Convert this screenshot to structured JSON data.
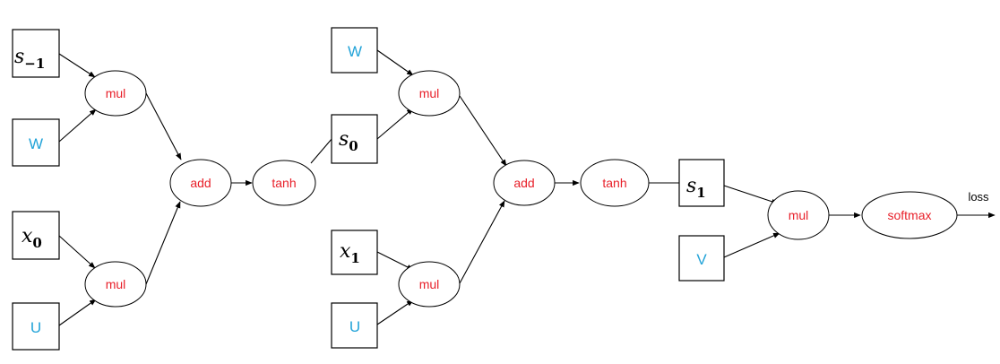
{
  "colors": {
    "op_text": "#e8202a",
    "const_text": "#22a3d8",
    "stroke": "#000000"
  },
  "inputs": {
    "s_prev": {
      "base": "s",
      "sub": "−1"
    },
    "w_1": "W",
    "x0": {
      "base": "x",
      "sub": "0"
    },
    "u_1": "U",
    "w_2": "W",
    "s0": {
      "base": "s",
      "sub": "0"
    },
    "x1": {
      "base": "x",
      "sub": "1"
    },
    "u_2": "U",
    "s1": {
      "base": "s",
      "sub": "1"
    },
    "v": "V"
  },
  "ops": {
    "mul_1a": "mul",
    "mul_1b": "mul",
    "add_1": "add",
    "tanh_1": "tanh",
    "mul_2a": "mul",
    "mul_2b": "mul",
    "add_2": "add",
    "tanh_2": "tanh",
    "mul_3": "mul",
    "softmax": "softmax"
  },
  "output": {
    "label": "loss"
  }
}
